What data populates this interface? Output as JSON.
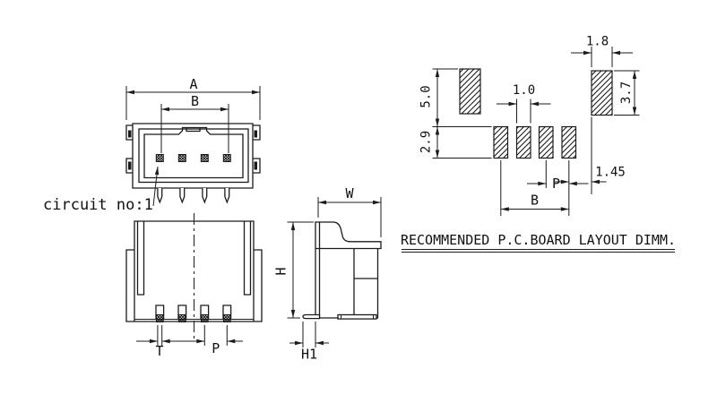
{
  "drawing": {
    "title": "RECOMMENDED P.C.BOARD LAYOUT DIMM.",
    "front_view": {
      "dim_overall_width": "A",
      "dim_pin_span": "B",
      "circuit_label": "circuit no:1"
    },
    "bottom_view": {
      "dim_pin_width": "T",
      "dim_pitch": "P"
    },
    "side_view": {
      "dim_depth": "W",
      "dim_height": "H",
      "dim_tail_length": "H1"
    },
    "pcb_layout": {
      "dim_side_pad_height": "5.0",
      "dim_pad_row_height": "2.9",
      "dim_pad_width": "1.0",
      "dim_fitting_pad_width": "1.8",
      "dim_fitting_pad_height": "3.7",
      "dim_edge_gap": "1.45",
      "dim_pitch": "P",
      "dim_pin_span": "B"
    },
    "colors": {
      "line": "#1b1b1b",
      "background": "#ffffff"
    }
  }
}
